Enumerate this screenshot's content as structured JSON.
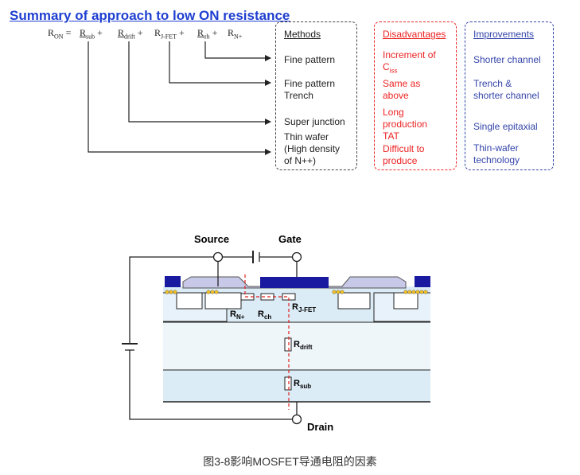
{
  "title": "Summary of approach to low ON resistance",
  "formula": {
    "lhs": "R",
    "lhs_sub": "ON",
    "eq": "=",
    "t1": "R",
    "t1_sub": "sub",
    "p1": "+",
    "t2": "R",
    "t2_sub": "drift",
    "p2": "+",
    "t3": "R",
    "t3_sub": "J-FET",
    "p3": "+",
    "t4": "R",
    "t4_sub": "ch",
    "p4": "+",
    "t5": "R",
    "t5_sub": "N+"
  },
  "methods": {
    "header": "Methods",
    "items": [
      "Fine pattern",
      "Fine pattern",
      "Trench",
      "Super junction",
      "Thin wafer",
      "(High density",
      "of N++)"
    ]
  },
  "disadvantages": {
    "header": "Disadvantages",
    "items": [
      "Increment of",
      "C",
      "iss",
      "Same as",
      "above",
      "Long",
      "production",
      "TAT",
      "Difficult to",
      "produce"
    ]
  },
  "improvements": {
    "header": "Improvements",
    "items": [
      "Shorter channel",
      "Trench &",
      "shorter channel",
      "Single epitaxial",
      "Thin-wafer",
      "technology"
    ]
  },
  "diagram": {
    "source": "Source",
    "gate": "Gate",
    "drain": "Drain",
    "rn": "R",
    "rn_sub": "N+",
    "rch": "R",
    "rch_sub": "ch",
    "rjfet": "R",
    "rjfet_sub": "J-FET",
    "rdrift": "R",
    "rdrift_sub": "drift",
    "rsub": "R",
    "rsub_sub": "sub"
  },
  "caption": "图3-8影响MOSFET导通电阻的因素",
  "colors": {
    "title": "#1f3fd0",
    "disadv": "#e22222",
    "improv": "#3344aa",
    "metal": "#1a1aa0",
    "dashed": "#e02020"
  }
}
